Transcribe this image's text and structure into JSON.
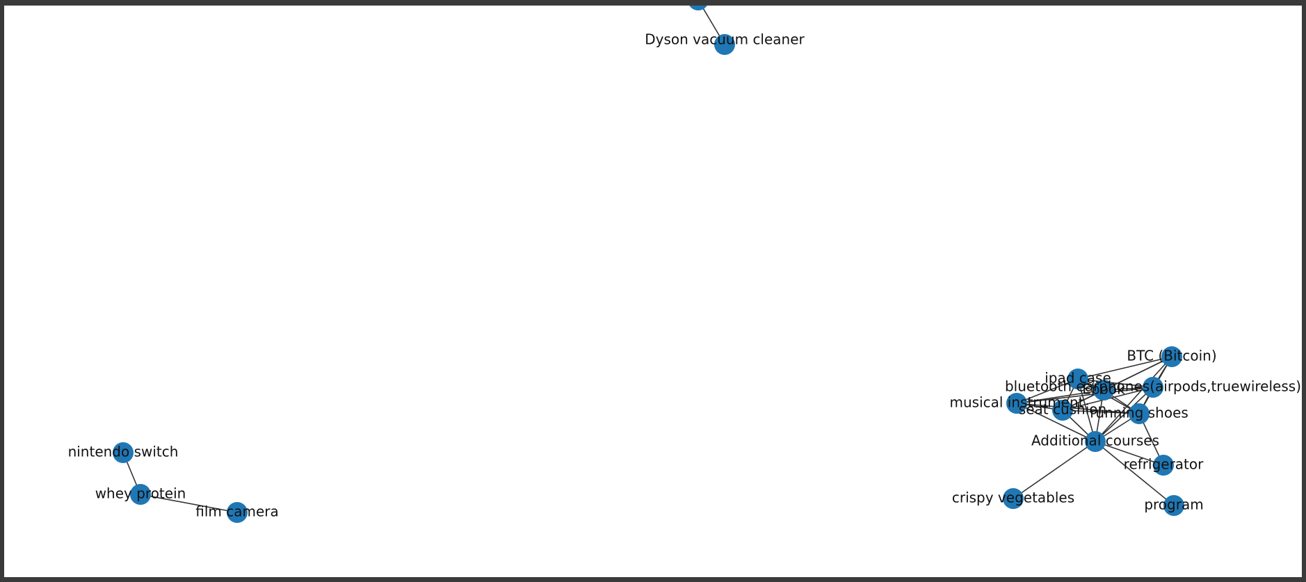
{
  "graph": {
    "node_color": "#1f77b4",
    "edge_color": "#333333",
    "nodes": [
      {
        "id": "dyson_vacuum",
        "label": "Dyson vacuum cleaner"
      },
      {
        "id": "top_offscreen",
        "label": ""
      },
      {
        "id": "nintendo_switch",
        "label": "nintendo switch"
      },
      {
        "id": "whey_protein",
        "label": "whey protein"
      },
      {
        "id": "film_camera",
        "label": "film camera"
      },
      {
        "id": "btc",
        "label": "BTC (Bitcoin)"
      },
      {
        "id": "ipad_case",
        "label": "ipad case"
      },
      {
        "id": "bluetooth_earphones",
        "label": "bluetooth earphones(airpods,truewireless)"
      },
      {
        "id": "ebook",
        "label": "Ebook"
      },
      {
        "id": "musical_instrument",
        "label": "musical instrument"
      },
      {
        "id": "seat_cushion",
        "label": "seat cushion"
      },
      {
        "id": "running_shoes",
        "label": "running shoes"
      },
      {
        "id": "additional_courses",
        "label": "Additional courses"
      },
      {
        "id": "refrigerator",
        "label": "refrigerator"
      },
      {
        "id": "crispy_vegetables",
        "label": "crispy vegetables"
      },
      {
        "id": "program",
        "label": "program"
      }
    ],
    "edges": [
      [
        "top_offscreen",
        "dyson_vacuum"
      ],
      [
        "nintendo_switch",
        "whey_protein"
      ],
      [
        "whey_protein",
        "film_camera"
      ],
      [
        "btc",
        "ipad_case"
      ],
      [
        "btc",
        "ebook"
      ],
      [
        "btc",
        "bluetooth_earphones"
      ],
      [
        "btc",
        "running_shoes"
      ],
      [
        "btc",
        "additional_courses"
      ],
      [
        "btc",
        "seat_cushion"
      ],
      [
        "ipad_case",
        "ebook"
      ],
      [
        "ipad_case",
        "bluetooth_earphones"
      ],
      [
        "ipad_case",
        "musical_instrument"
      ],
      [
        "ipad_case",
        "seat_cushion"
      ],
      [
        "ipad_case",
        "running_shoes"
      ],
      [
        "ipad_case",
        "additional_courses"
      ],
      [
        "bluetooth_earphones",
        "ebook"
      ],
      [
        "bluetooth_earphones",
        "seat_cushion"
      ],
      [
        "bluetooth_earphones",
        "running_shoes"
      ],
      [
        "bluetooth_earphones",
        "additional_courses"
      ],
      [
        "bluetooth_earphones",
        "musical_instrument"
      ],
      [
        "ebook",
        "musical_instrument"
      ],
      [
        "ebook",
        "seat_cushion"
      ],
      [
        "ebook",
        "running_shoes"
      ],
      [
        "ebook",
        "additional_courses"
      ],
      [
        "musical_instrument",
        "seat_cushion"
      ],
      [
        "musical_instrument",
        "running_shoes"
      ],
      [
        "musical_instrument",
        "additional_courses"
      ],
      [
        "seat_cushion",
        "running_shoes"
      ],
      [
        "seat_cushion",
        "additional_courses"
      ],
      [
        "running_shoes",
        "additional_courses"
      ],
      [
        "running_shoes",
        "refrigerator"
      ],
      [
        "additional_courses",
        "refrigerator"
      ],
      [
        "additional_courses",
        "crispy_vegetables"
      ],
      [
        "additional_courses",
        "program"
      ]
    ]
  }
}
